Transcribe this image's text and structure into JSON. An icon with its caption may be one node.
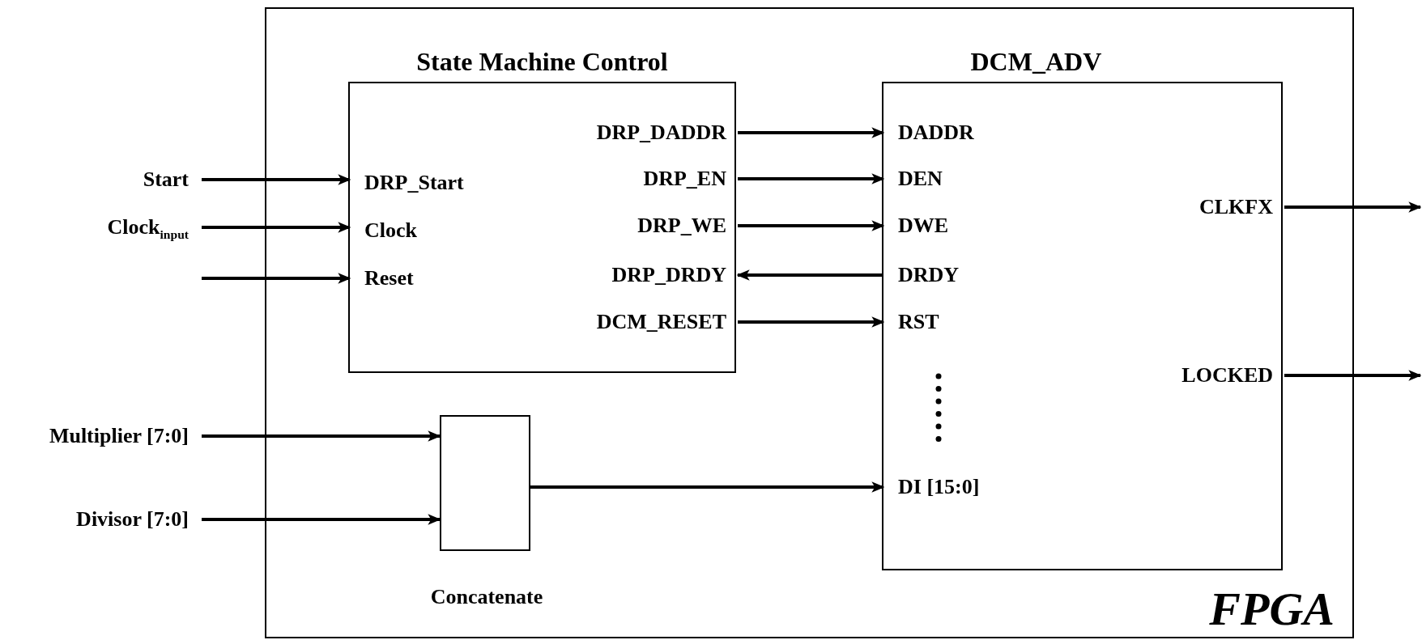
{
  "diagram": {
    "nodes": [
      {
        "text": [
          "FPGA"
        ]
      },
      {
        "text": [
          "State Machine Control"
        ],
        "in": 0
      },
      {
        "text": [
          "DCM_ADV"
        ],
        "in": 0
      },
      {
        "text": [
          "Concatenate"
        ],
        "in": 0
      },
      {
        "text": [
          "Start"
        ]
      },
      {
        "text": [
          "Clock$_{input}$"
        ]
      },
      {
        "text": [
          "Multiplier [7:0]"
        ]
      },
      {
        "text": [
          "Divisor [7:0]"
        ]
      },
      {
        "text": [
          "DRP_Start"
        ],
        "in": 1
      },
      {
        "text": [
          "Clock"
        ],
        "in": 1
      },
      {
        "text": [
          "Reset"
        ],
        "in": 1
      },
      {
        "text": [
          "DRP_DADDR"
        ],
        "in": 1
      },
      {
        "text": [
          "DRP_EN"
        ],
        "in": 1
      },
      {
        "text": [
          "DRP_WE"
        ],
        "in": 1
      },
      {
        "text": [
          "DRP_DRDY"
        ],
        "in": 1
      },
      {
        "text": [
          "DCM_RESET"
        ],
        "in": 1
      },
      {
        "text": [
          "DADDR"
        ],
        "in": 2
      },
      {
        "text": [
          "DEN"
        ],
        "in": 2
      },
      {
        "text": [
          "DWE"
        ],
        "in": 2
      },
      {
        "text": [
          "DRDY"
        ],
        "in": 2
      },
      {
        "text": [
          "RST"
        ],
        "in": 2
      },
      {
        "text": [
          "DI [15:0]"
        ],
        "in": 2
      },
      {
        "text": [
          "CLKFX"
        ],
        "in": 2
      },
      {
        "text": [
          "LOCKED"
        ],
        "in": 2
      }
    ],
    "edges": [
      {
        "from": 4,
        "to": 8,
        "arrow": "to"
      },
      {
        "from": 5,
        "to": 9,
        "arrow": "to"
      },
      {
        "from": null,
        "to": 10,
        "arrow": "to"
      },
      {
        "from": 11,
        "to": 16,
        "arrow": "to"
      },
      {
        "from": 12,
        "to": 17,
        "arrow": "to"
      },
      {
        "from": 13,
        "to": 18,
        "arrow": "to"
      },
      {
        "from": 19,
        "to": 14,
        "arrow": "to"
      },
      {
        "from": 15,
        "to": 20,
        "arrow": "to"
      },
      {
        "from": 6,
        "to": 3,
        "arrow": "to"
      },
      {
        "from": 7,
        "to": 3,
        "arrow": "to"
      },
      {
        "from": 3,
        "to": 21,
        "arrow": "to"
      },
      {
        "from": 22,
        "to": null,
        "arrow": "to"
      },
      {
        "from": 23,
        "to": null,
        "arrow": "to"
      }
    ]
  }
}
